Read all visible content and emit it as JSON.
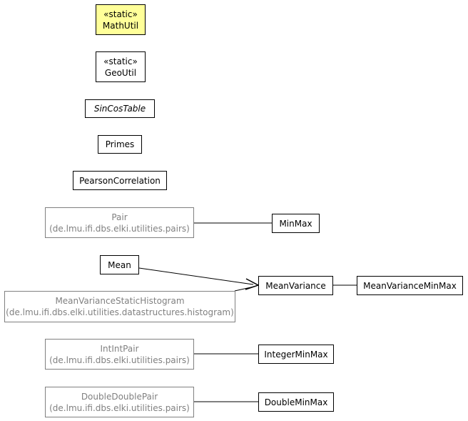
{
  "nodes": {
    "mathutil": {
      "stereotype": "«static»",
      "name": "MathUtil"
    },
    "geoutil": {
      "stereotype": "«static»",
      "name": "GeoUtil"
    },
    "sincostable": {
      "name": "SinCosTable"
    },
    "primes": {
      "name": "Primes"
    },
    "pearson": {
      "name": "PearsonCorrelation"
    },
    "pair": {
      "name": "Pair",
      "package": "(de.lmu.ifi.dbs.elki.utilities.pairs)"
    },
    "minmax": {
      "name": "MinMax"
    },
    "mean": {
      "name": "Mean"
    },
    "meanvariance": {
      "name": "MeanVariance"
    },
    "meanvariancestatichistogram": {
      "name": "MeanVarianceStaticHistogram",
      "package": "(de.lmu.ifi.dbs.elki.utilities.datastructures.histogram)"
    },
    "meanvarianceminmax": {
      "name": "MeanVarianceMinMax"
    },
    "intintpair": {
      "name": "IntIntPair",
      "package": "(de.lmu.ifi.dbs.elki.utilities.pairs)"
    },
    "integerminmax": {
      "name": "IntegerMinMax"
    },
    "doubledoublepair": {
      "name": "DoubleDoublePair",
      "package": "(de.lmu.ifi.dbs.elki.utilities.pairs)"
    },
    "doubleminmax": {
      "name": "DoubleMinMax"
    }
  },
  "colors": {
    "highlight": "#ffff99",
    "external": "#808080",
    "edge": "#000000"
  }
}
